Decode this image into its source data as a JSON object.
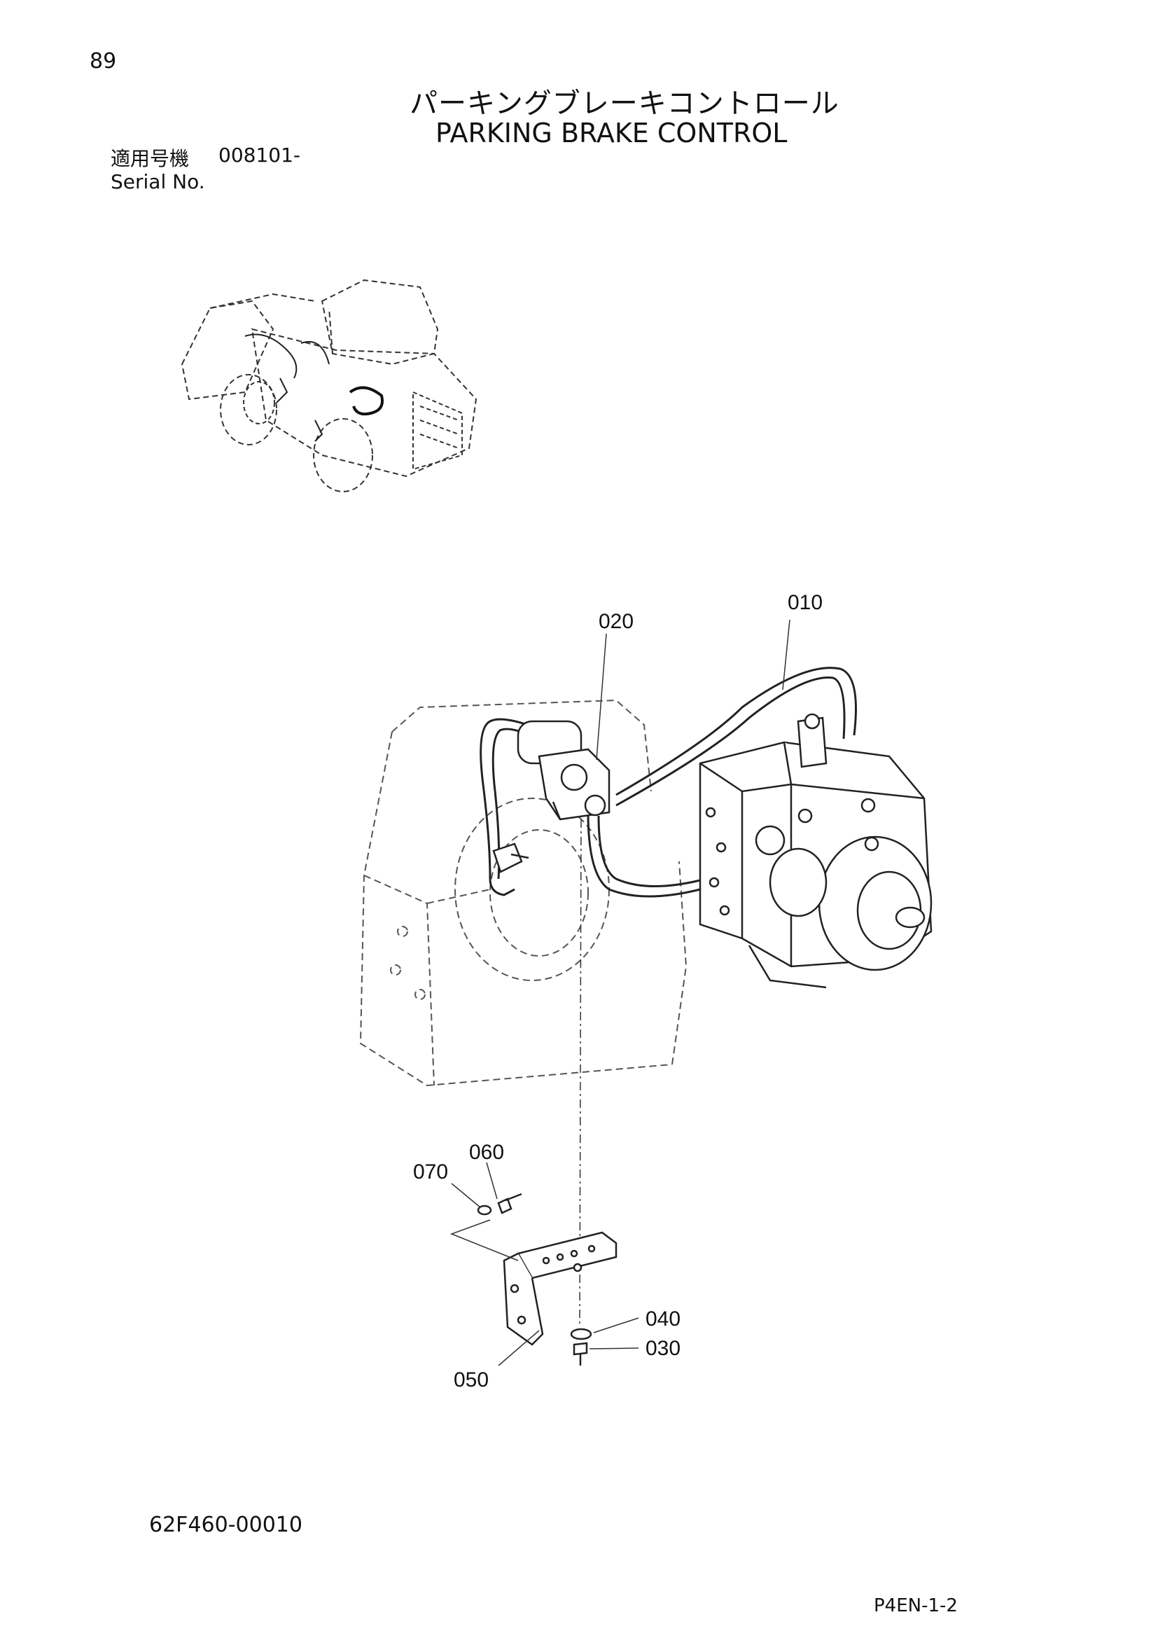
{
  "page_number": "89",
  "title_jp": "パーキングブレーキコントロール",
  "title_en": "PARKING BRAKE CONTROL",
  "serial": {
    "label_jp": "適用号機",
    "value": "008101-",
    "label_en": "Serial No."
  },
  "callouts": {
    "p010": "010",
    "p020": "020",
    "p030": "030",
    "p040": "040",
    "p050": "050",
    "p060": "060",
    "p070": "070"
  },
  "doc_code": "62F460-00010",
  "page_code": "P4EN-1-2"
}
